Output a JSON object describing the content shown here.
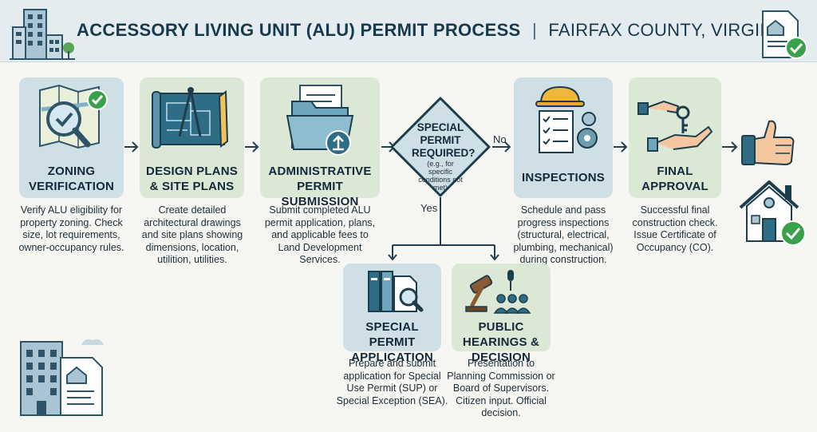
{
  "header": {
    "title": "ACCESSORY LIVING UNIT (ALU) PERMIT PROCESS",
    "separator": "|",
    "subtitle": "FAIRFAX COUNTY, VIRGINIA"
  },
  "steps": [
    {
      "label": "ZONING VERIFICATION",
      "desc": "Verify ALU eligibility for property zoning. Check size, lot requirements, owner-occupancy rules."
    },
    {
      "label": "DESIGN PLANS & SITE PLANS",
      "desc": "Create detailed architectural drawings and site plans showing dimensions, location, utilition, utilities."
    },
    {
      "label": "ADMINISTRATIVE PERMIT SUBMISSION",
      "desc": "Submit completed ALU permit application, plans, and applicable fees to Land Development Services."
    },
    {
      "label": "INSPECTIONS",
      "desc": "Schedule and pass progress inspections (structural, electrical, plumbing, mechanical) during construction."
    },
    {
      "label": "FINAL APPROVAL",
      "desc": "Successful final construction check. Issue Certificate of Occupancy (CO)."
    }
  ],
  "decision": {
    "question": "SPECIAL PERMIT REQUIRED?",
    "note": "(e.g., for specific conditions not met)",
    "no_label": "No",
    "yes_label": "Yes"
  },
  "branch": [
    {
      "label": "SPECIAL PERMIT APPLICATION",
      "desc": "Prepare and submit application for Special Use Permit (SUP) or Special Exception (SEA)."
    },
    {
      "label": "PUBLIC HEARINGS & DECISION",
      "desc": "Presentation to Planning Commission or Board of Supervisors. Citizen input. Official decision."
    }
  ],
  "colors": {
    "card_blue": "#cfdfe6",
    "card_green": "#dbe8d6",
    "accent_teal": "#2f6d86",
    "check_green": "#3aa14a"
  },
  "icons": [
    "buildings-icon",
    "document-check-icon",
    "map-search-icon",
    "blueprint-icon",
    "folder-upload-icon",
    "inspection-icon",
    "key-handover-icon",
    "thumbs-up-icon",
    "house-check-icon",
    "books-search-icon",
    "gavel-audience-icon",
    "office-building-icon"
  ]
}
